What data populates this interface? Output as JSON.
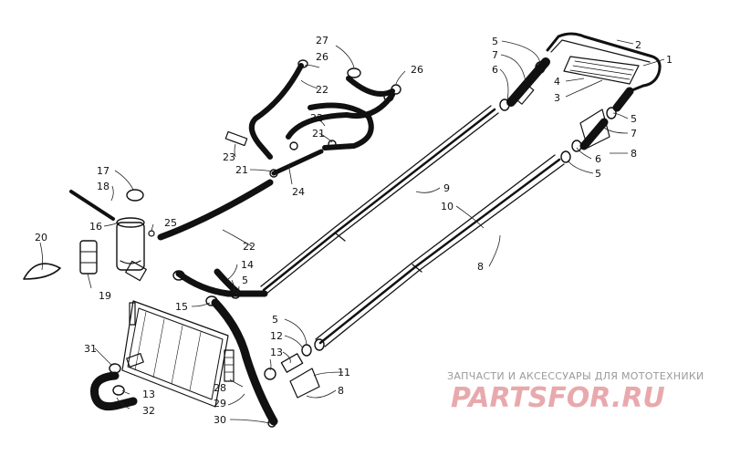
{
  "callouts": [
    {
      "id": "c1",
      "text": "1"
    },
    {
      "id": "c2",
      "text": "2"
    },
    {
      "id": "c3",
      "text": "3"
    },
    {
      "id": "c4",
      "text": "4"
    },
    {
      "id": "c5a",
      "text": "5"
    },
    {
      "id": "c5b",
      "text": "5"
    },
    {
      "id": "c5c",
      "text": "5"
    },
    {
      "id": "c5d",
      "text": "5"
    },
    {
      "id": "c5e",
      "text": "5"
    },
    {
      "id": "c6a",
      "text": "6"
    },
    {
      "id": "c6b",
      "text": "6"
    },
    {
      "id": "c7a",
      "text": "7"
    },
    {
      "id": "c7b",
      "text": "7"
    },
    {
      "id": "c8a",
      "text": "8"
    },
    {
      "id": "c8b",
      "text": "8"
    },
    {
      "id": "c8c",
      "text": "8"
    },
    {
      "id": "c9",
      "text": "9"
    },
    {
      "id": "c10",
      "text": "10"
    },
    {
      "id": "c11",
      "text": "11"
    },
    {
      "id": "c12",
      "text": "12"
    },
    {
      "id": "c13a",
      "text": "13"
    },
    {
      "id": "c13b",
      "text": "13"
    },
    {
      "id": "c14",
      "text": "14"
    },
    {
      "id": "c15",
      "text": "15"
    },
    {
      "id": "c16",
      "text": "16"
    },
    {
      "id": "c17",
      "text": "17"
    },
    {
      "id": "c18",
      "text": "18"
    },
    {
      "id": "c19",
      "text": "19"
    },
    {
      "id": "c20",
      "text": "20"
    },
    {
      "id": "c21a",
      "text": "21"
    },
    {
      "id": "c21b",
      "text": "21"
    },
    {
      "id": "c22a",
      "text": "22"
    },
    {
      "id": "c22b",
      "text": "22"
    },
    {
      "id": "c22c",
      "text": "22"
    },
    {
      "id": "c23",
      "text": "23"
    },
    {
      "id": "c24",
      "text": "24"
    },
    {
      "id": "c25",
      "text": "25"
    },
    {
      "id": "c26a",
      "text": "26"
    },
    {
      "id": "c26b",
      "text": "26"
    },
    {
      "id": "c27",
      "text": "27"
    },
    {
      "id": "c28",
      "text": "28"
    },
    {
      "id": "c29",
      "text": "29"
    },
    {
      "id": "c30",
      "text": "30"
    },
    {
      "id": "c31",
      "text": "31"
    },
    {
      "id": "c32",
      "text": "32"
    }
  ],
  "watermark": {
    "subtitle": "ЗАПЧАСТИ И АКСЕССУАРЫ ДЛЯ МОТОТЕХНИКИ",
    "brand": "PARTSFOR.RU",
    "color": "#e8a9ad"
  }
}
